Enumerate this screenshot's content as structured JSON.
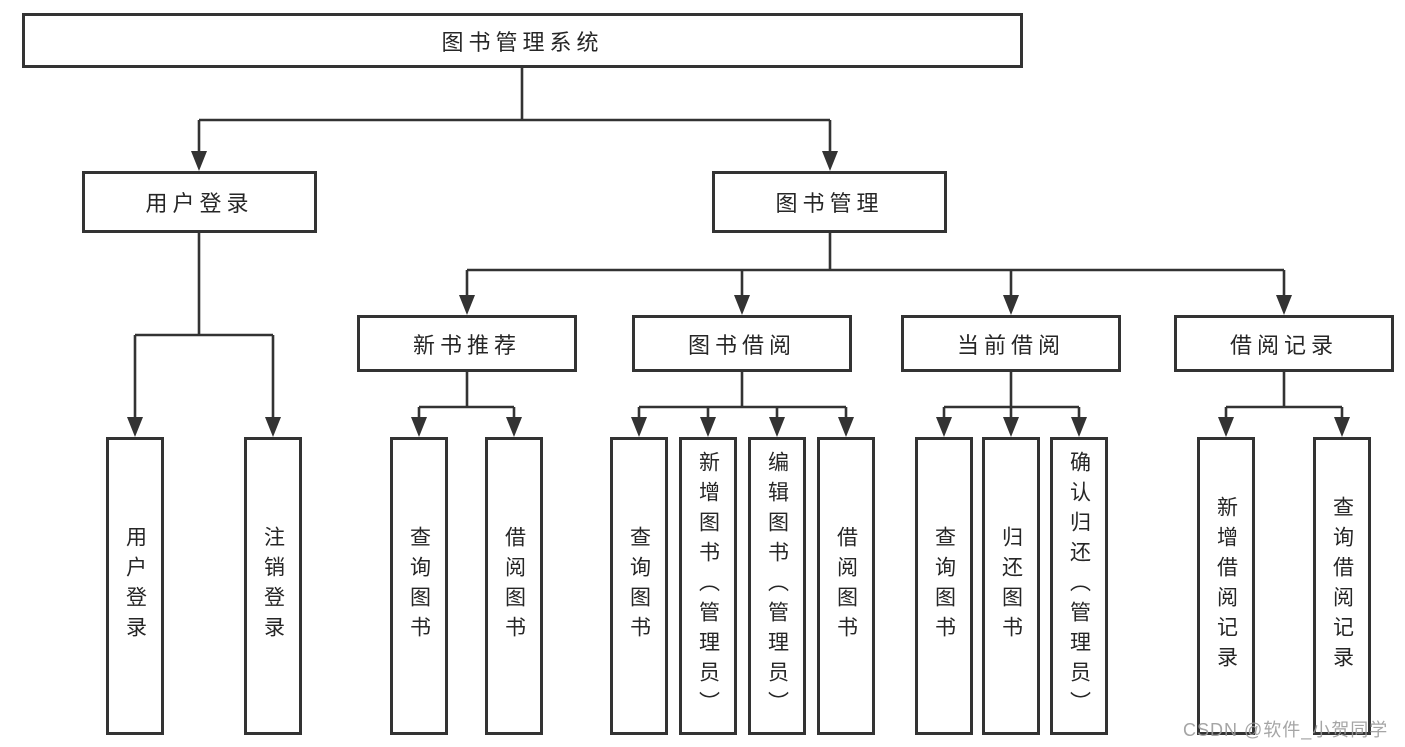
{
  "tree": {
    "root": {
      "label": "图书管理系统",
      "children": [
        {
          "label": "用户登录",
          "children": [
            {
              "label": "用户登录"
            },
            {
              "label": "注销登录"
            }
          ]
        },
        {
          "label": "图书管理",
          "children": [
            {
              "label": "新书推荐",
              "children": [
                {
                  "label": "查询图书"
                },
                {
                  "label": "借阅图书"
                }
              ]
            },
            {
              "label": "图书借阅",
              "children": [
                {
                  "label": "查询图书"
                },
                {
                  "label": "新增图书（管理员）"
                },
                {
                  "label": "编辑图书（管理员）"
                },
                {
                  "label": "借阅图书"
                }
              ]
            },
            {
              "label": "当前借阅",
              "children": [
                {
                  "label": "查询图书"
                },
                {
                  "label": "归还图书"
                },
                {
                  "label": "确认归还（管理员）"
                }
              ]
            },
            {
              "label": "借阅记录",
              "children": [
                {
                  "label": "新增借阅记录"
                },
                {
                  "label": "查询借阅记录"
                }
              ]
            }
          ]
        }
      ]
    }
  },
  "watermark": {
    "text": "CSDN @软件_小贺同学"
  },
  "colors": {
    "line": "#333333",
    "text": "#262626",
    "background": "#ffffff",
    "watermark": "#9b9b9b"
  }
}
